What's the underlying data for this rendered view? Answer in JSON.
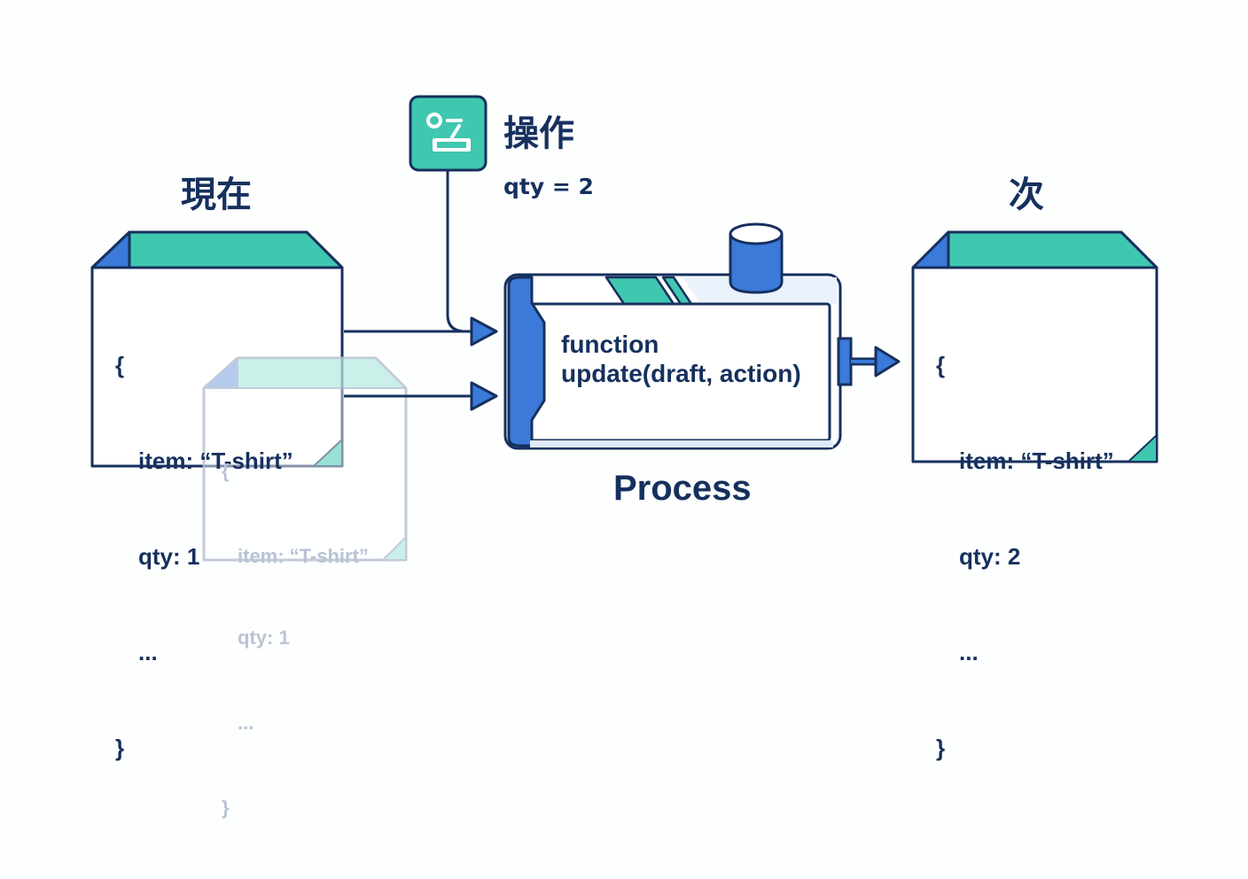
{
  "current": {
    "heading": "現在",
    "code": {
      "open": "{",
      "item": "item: “T-shirt”",
      "qty": "qty: 1",
      "ellipsis": "...",
      "close": "}"
    }
  },
  "action": {
    "heading": "操作",
    "value": "qty = 2"
  },
  "process": {
    "label": "Process",
    "function_line1": "function",
    "function_line2": "update(draft, action)"
  },
  "next": {
    "heading": "次",
    "code": {
      "open": "{",
      "item": "item: “T-shirt”",
      "qty": "qty: 2",
      "ellipsis": "...",
      "close": "}"
    }
  },
  "colors": {
    "navy": "#16305e",
    "teal": "#40c7b0",
    "blue": "#3b7ad8",
    "ghost": "#b9c3d3"
  }
}
